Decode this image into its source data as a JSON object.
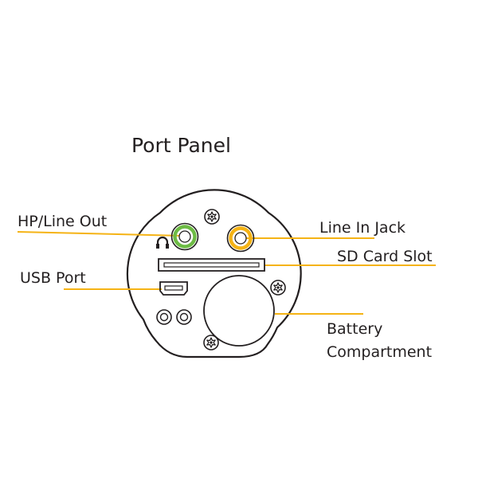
{
  "title": "Port Panel",
  "labels": {
    "hp_line_out": "HP/Line Out",
    "usb_port": "USB Port",
    "line_in_jack": "Line In Jack",
    "sd_card_slot": "SD Card Slot",
    "battery_line1": "Battery",
    "battery_line2": "Compartment"
  },
  "colors": {
    "leader": "#f5b315",
    "hp_jack": "#6dbb44",
    "line_in_jack": "#f5b315",
    "outline": "#231f20"
  },
  "icons": [
    "headphone-icon",
    "screw-icon"
  ]
}
